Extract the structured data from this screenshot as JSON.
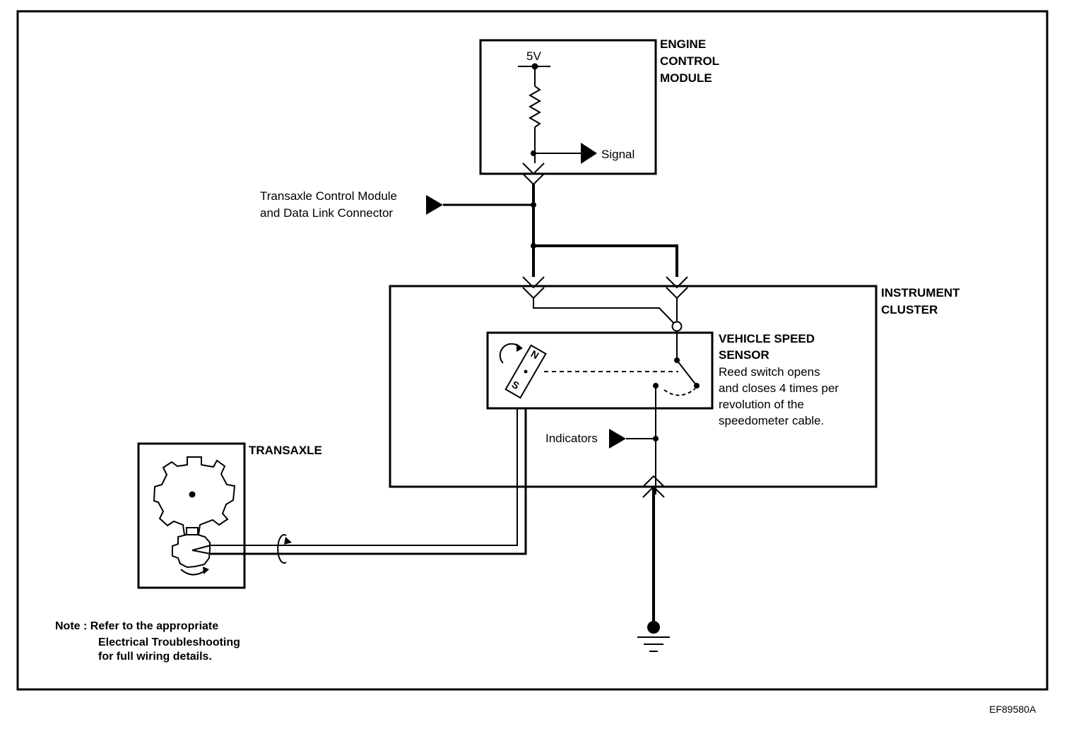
{
  "ecm": {
    "line1": "ENGINE",
    "line2": "CONTROL",
    "line3": "MODULE",
    "voltage": "5V",
    "signal": "Signal"
  },
  "tcm": {
    "line1": "Transaxle Control Module",
    "line2": "and Data Link Connector"
  },
  "cluster": {
    "line1": "INSTRUMENT",
    "line2": "CLUSTER"
  },
  "vss": {
    "title1": "VEHICLE SPEED",
    "title2": "SENSOR",
    "desc1": "Reed switch opens",
    "desc2": "and closes 4 times per",
    "desc3": "revolution of the",
    "desc4": "speedometer cable.",
    "magnet_n": "N",
    "magnet_s": "S"
  },
  "indicators": "Indicators",
  "transaxle": "TRANSAXLE",
  "note": {
    "line1": "Note : Refer to the appropriate",
    "line2": "Electrical Troubleshooting",
    "line3": "for full wiring details."
  },
  "figure_id": "EF89580A"
}
